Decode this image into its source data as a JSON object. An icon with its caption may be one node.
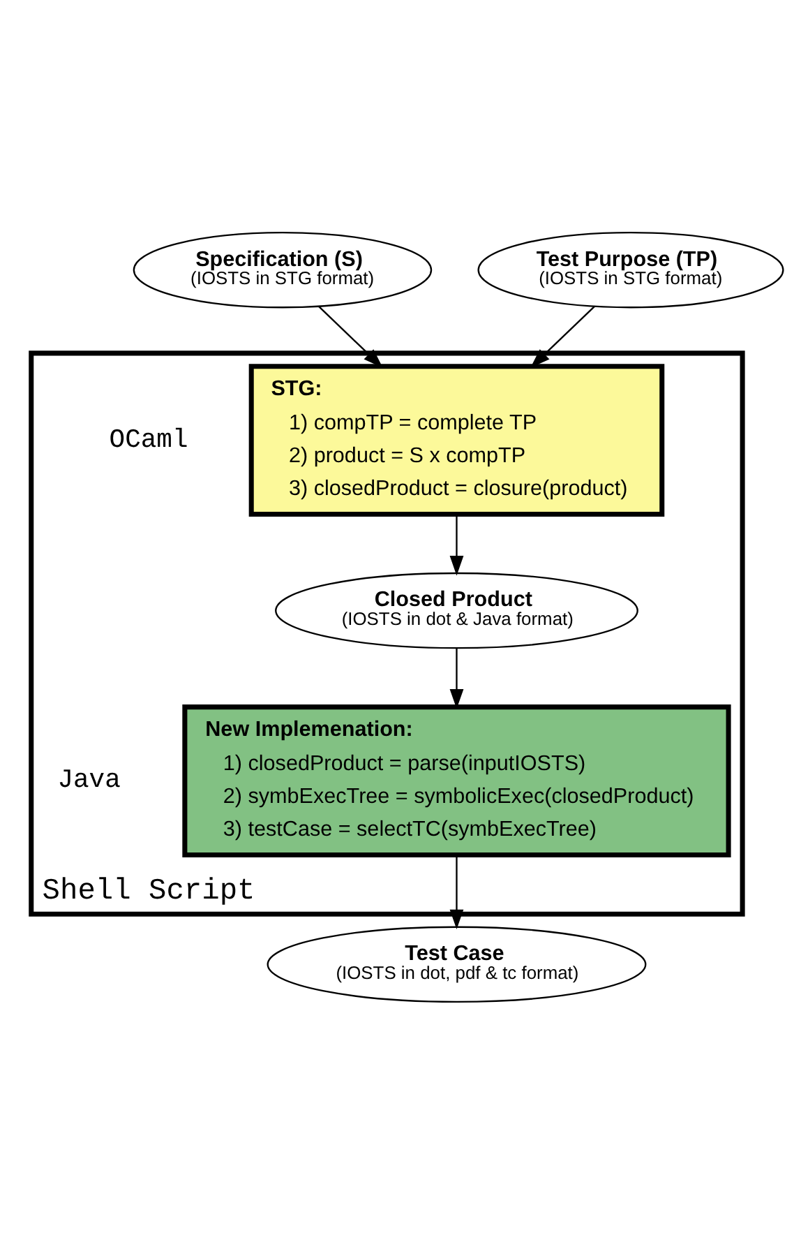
{
  "diagram": {
    "nodes": [
      {
        "text": [
          "Specification (S)",
          "(IOSTS in STG format)"
        ]
      },
      {
        "text": [
          "Test Purpose (TP)",
          "(IOSTS in STG format)"
        ]
      },
      {
        "text": [
          "Shell Script"
        ]
      },
      {
        "text": [
          "STG:",
          "1) compTP = complete TP",
          "2) product = S x compTP",
          "3) closedProduct = closure(product)"
        ],
        "in": 2,
        "beside": [
          "OCaml"
        ]
      },
      {
        "text": [
          "Closed Product",
          "(IOSTS in dot & Java format)"
        ],
        "in": 2
      },
      {
        "text": [
          "New Implemenation:",
          "1) closedProduct = parse(inputIOSTS)",
          "2) symbExecTree = symbolicExec(closedProduct)",
          "3) testCase = selectTC(symbExecTree)"
        ],
        "in": 2,
        "beside": [
          "Java"
        ]
      },
      {
        "text": [
          "Test Case",
          "(IOSTS in dot, pdf & tc format)"
        ]
      }
    ],
    "edges": [
      {
        "from": 0,
        "to": 3,
        "arrow": "to"
      },
      {
        "from": 1,
        "to": 3,
        "arrow": "to"
      },
      {
        "from": 3,
        "to": 4,
        "arrow": "to"
      },
      {
        "from": 4,
        "to": 5,
        "arrow": "to"
      },
      {
        "from": 5,
        "to": 6,
        "arrow": "to"
      }
    ]
  }
}
